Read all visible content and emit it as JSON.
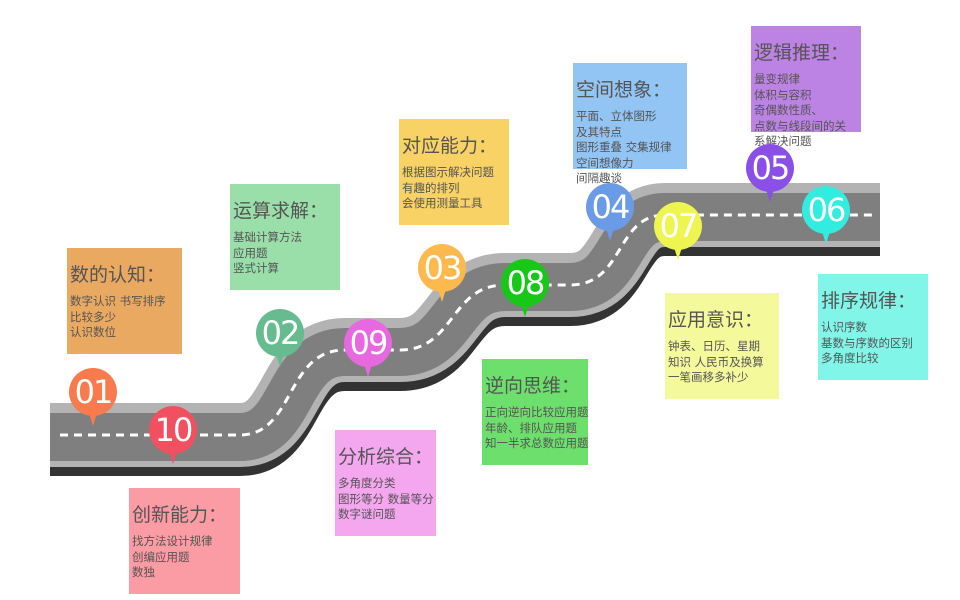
{
  "stages": [
    {
      "num": "01",
      "color": "#f77b4d",
      "title": "数的认知：",
      "box_color": "#e9a961",
      "items": [
        "数字认识  书写排序",
        "比较多少",
        "认识数位"
      ]
    },
    {
      "num": "02",
      "color": "#66bb8f",
      "title": "运算求解：",
      "box_color": "#9adfaa",
      "items": [
        "基础计算方法",
        "应用题",
        "竖式计算"
      ]
    },
    {
      "num": "03",
      "color": "#fdb94d",
      "title": "对应能力：",
      "box_color": "#f8d264",
      "items": [
        "根据图示解决问题",
        "有趣的排列",
        "会使用测量工具"
      ]
    },
    {
      "num": "04",
      "color": "#6a9be6",
      "title": "空间想象：",
      "box_color": "#92c4f4",
      "items": [
        "平面、立体图形",
        "及其特点",
        "图形重叠  交集规律",
        "空间想像力",
        "间隔趣谈"
      ]
    },
    {
      "num": "05",
      "color": "#8a4fe6",
      "title": "逻辑推理：",
      "box_color": "#bc82e4",
      "items": [
        "量变规律",
        "体积与容积",
        "奇偶数性质、",
        "点数与线段间的关",
        "系解决问题"
      ]
    },
    {
      "num": "06",
      "color": "#33ece0",
      "title": "排序规律：",
      "box_color": "#82f5e9",
      "items": [
        "认识序数",
        "基数与序数的区别",
        "多角度比较"
      ]
    },
    {
      "num": "07",
      "color": "#eef550",
      "title": "应用意识：",
      "box_color": "#f4f99b",
      "items": [
        "钟表、日历、星期",
        "知识  人民币及换算",
        "一笔画移多补少"
      ]
    },
    {
      "num": "08",
      "color": "#18c818",
      "title": "逆向思维：",
      "box_color": "#6cdf6c",
      "items": [
        "正向逆向比较应用题",
        "年龄、排队应用题",
        "知一半求总数应用题"
      ]
    },
    {
      "num": "09",
      "color": "#e868e0",
      "title": "分析综合：",
      "box_color": "#f4a6ef",
      "items": [
        "多角度分类",
        "图形等分  数量等分",
        "数字谜问题"
      ]
    },
    {
      "num": "10",
      "color": "#f0505f",
      "title": "创新能力：",
      "box_color": "#fb9ba3",
      "items": [
        "找方法设计规律",
        "创编应用题",
        "数独"
      ]
    }
  ]
}
